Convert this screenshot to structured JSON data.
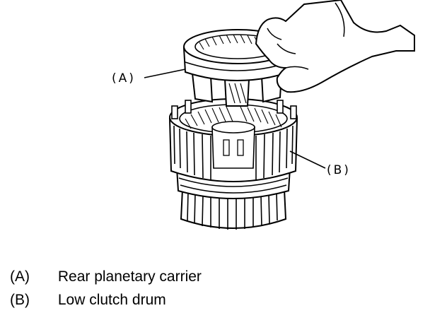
{
  "callouts": {
    "a": "(A)",
    "b": "(B)"
  },
  "legend": [
    {
      "key": "(A)",
      "label": "Rear planetary carrier"
    },
    {
      "key": "(B)",
      "label": "Low clutch drum"
    }
  ],
  "colors": {
    "ink": "#000000",
    "paper": "#ffffff"
  }
}
